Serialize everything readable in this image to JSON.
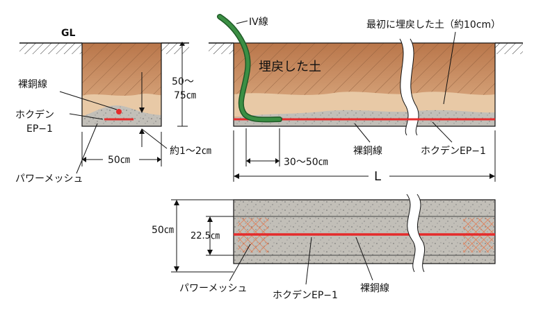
{
  "labels": {
    "gl": "GL",
    "iv_wire": "IV線",
    "first_backfill": "最初に埋戻した土（約10cm）",
    "backfill_soil": "埋戻した土",
    "bare_copper_left": "裸銅線",
    "hokuden_left": "ホクデン",
    "ep1_left": "EP−1",
    "depth": "50〜\n75㎝",
    "width_50": "50㎝",
    "thickness": "約1〜2㎝",
    "power_mesh_left": "パワーメッシュ",
    "dist_30_50": "30〜50㎝",
    "bare_copper_mid": "裸銅線",
    "hokuden_ep1_right": "ホクデンEP−1",
    "length_L": "L",
    "plan_50": "50㎝",
    "plan_22_5": "22.5㎝",
    "power_mesh_bottom": "パワーメッシュ",
    "hokuden_ep1_bottom": "ホクデンEP−1",
    "bare_copper_bottom": "裸銅線"
  },
  "colors": {
    "soil_top": "#c98a5c",
    "soil_bottom": "#d9b089",
    "first_soil": "#e8c9a6",
    "concrete": "#bfbcb6",
    "electrode": "#e52b2b",
    "iv_wire": "#2f7a37",
    "mesh": "#e86a3a"
  }
}
